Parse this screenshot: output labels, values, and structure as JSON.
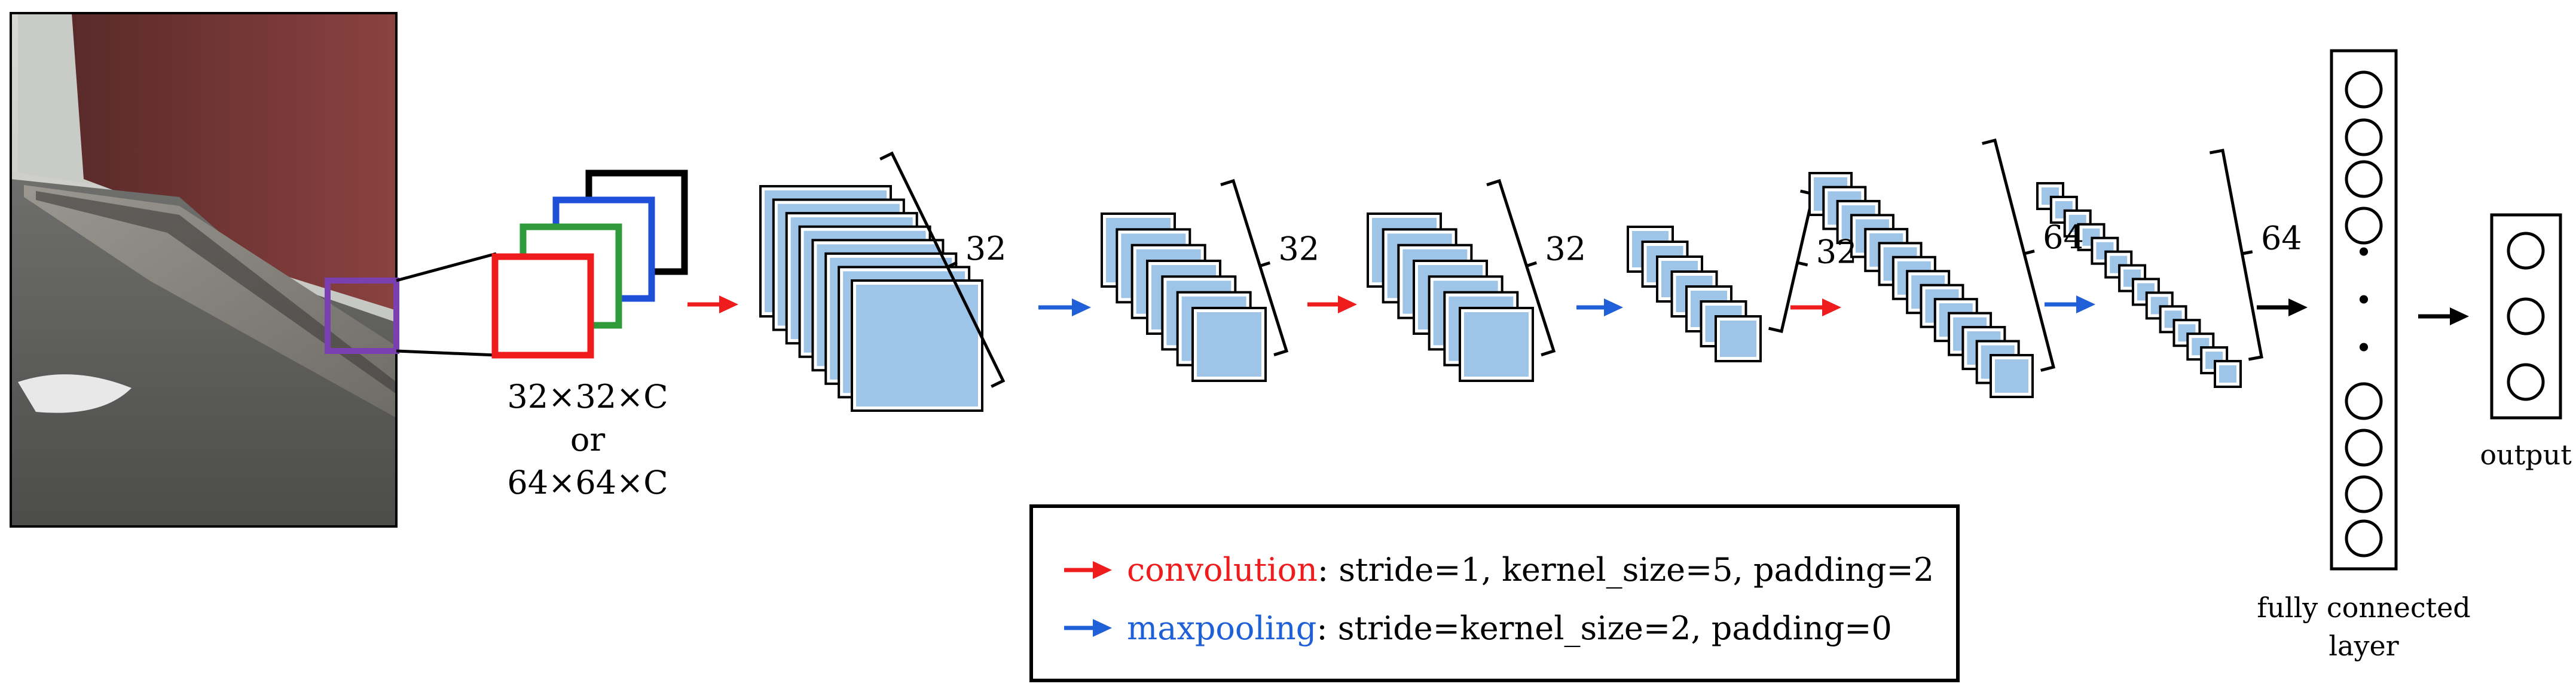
{
  "input": {
    "size_line1": "32×32×C",
    "size_line2": "or",
    "size_line3": "64×64×C"
  },
  "layers": [
    {
      "depth_label": "32"
    },
    {
      "depth_label": "32"
    },
    {
      "depth_label": "32"
    },
    {
      "depth_label": "32"
    },
    {
      "depth_label": "64"
    },
    {
      "depth_label": "64"
    }
  ],
  "fc_layer": {
    "label_line1": "fully connected",
    "label_line2": "layer",
    "dot": "·"
  },
  "output": {
    "label": "output"
  },
  "legend": {
    "conv_name": "convolution",
    "conv_params": ": stride=1, kernel_size=5, padding=2",
    "pool_name": "maxpooling",
    "pool_params": ": stride=kernel_size=2, padding=0"
  },
  "colors": {
    "convolution": "#ee1c1c",
    "maxpooling": "#1f5fd8",
    "feature_map": "#9ec4e8",
    "input_box": "#7a3fb0",
    "channel_red": "#ee1c1c",
    "channel_green": "#2e9a3a",
    "channel_blue": "#1f4fd8",
    "channel_black": "#000000"
  }
}
